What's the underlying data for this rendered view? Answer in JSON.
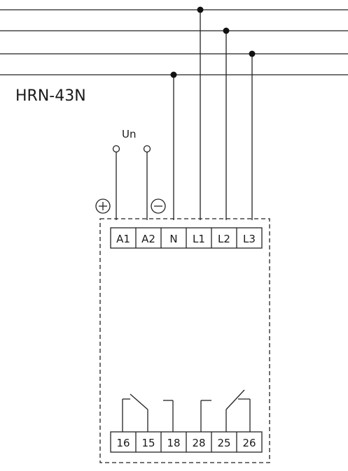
{
  "device_label": "HRN-43N",
  "supply_label": "Un",
  "polarity": {
    "plus": "+",
    "minus": "−"
  },
  "top_terminals": [
    "A1",
    "A2",
    "N",
    "L1",
    "L2",
    "L3"
  ],
  "bottom_terminals": [
    "16",
    "15",
    "18",
    "28",
    "25",
    "26"
  ]
}
